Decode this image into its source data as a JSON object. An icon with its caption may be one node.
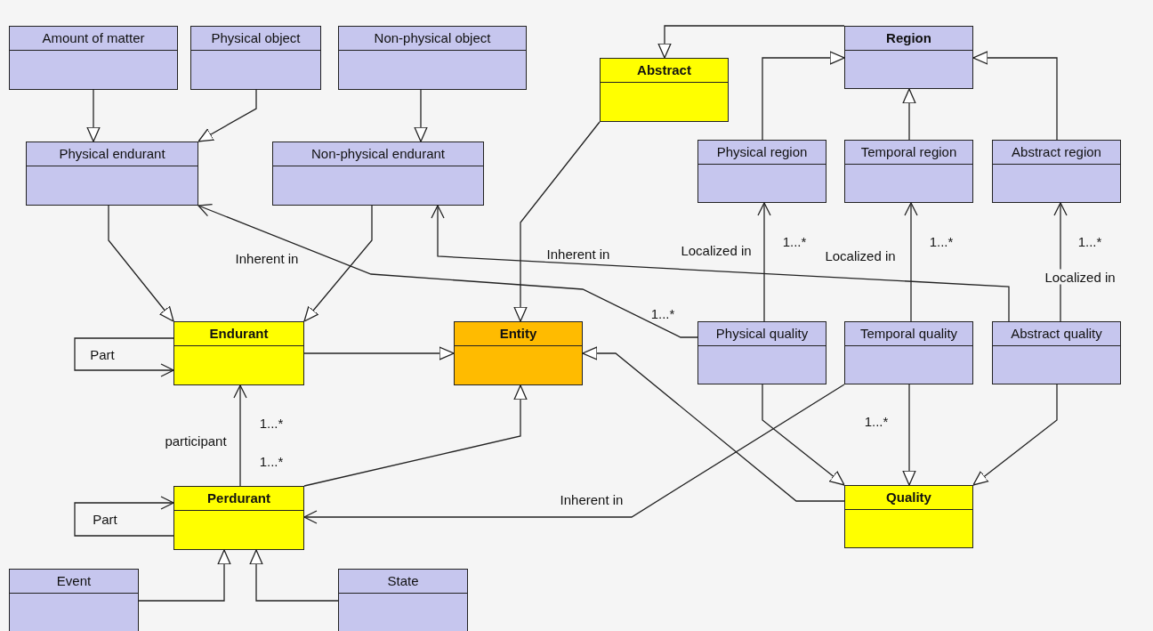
{
  "diagram": {
    "nodes": [
      {
        "text": [
          "Amount of matter"
        ]
      },
      {
        "text": [
          "Physical object"
        ]
      },
      {
        "text": [
          "Non-physical object"
        ]
      },
      {
        "text": [
          "Abstract"
        ]
      },
      {
        "text": [
          "Region"
        ]
      },
      {
        "text": [
          "Physical endurant"
        ]
      },
      {
        "text": [
          "Non-physical endurant"
        ]
      },
      {
        "text": [
          "Physical region"
        ]
      },
      {
        "text": [
          "Temporal region"
        ]
      },
      {
        "text": [
          "Abstract region"
        ]
      },
      {
        "text": [
          "Endurant"
        ]
      },
      {
        "text": [
          "Entity"
        ]
      },
      {
        "text": [
          "Physical quality"
        ]
      },
      {
        "text": [
          "Temporal quality"
        ]
      },
      {
        "text": [
          "Abstract quality"
        ]
      },
      {
        "text": [
          "Perdurant"
        ]
      },
      {
        "text": [
          "Quality"
        ]
      },
      {
        "text": [
          "Event"
        ]
      },
      {
        "text": [
          "State"
        ]
      }
    ],
    "edges": [
      {
        "from": 0,
        "to": 5,
        "arrow": "to"
      },
      {
        "from": 1,
        "to": 5,
        "arrow": "to"
      },
      {
        "from": 2,
        "to": 6,
        "arrow": "to"
      },
      {
        "from": 4,
        "to": 3,
        "arrow": "to"
      },
      {
        "from": 7,
        "to": 4,
        "arrow": "to"
      },
      {
        "from": 8,
        "to": 4,
        "arrow": "to"
      },
      {
        "from": 9,
        "to": 4,
        "arrow": "to"
      },
      {
        "from": 5,
        "to": 10,
        "arrow": "to"
      },
      {
        "from": 6,
        "to": 10,
        "arrow": "to"
      },
      {
        "from": 3,
        "to": 11,
        "arrow": "to"
      },
      {
        "from": 10,
        "to": 11,
        "arrow": "to"
      },
      {
        "from": 15,
        "to": 11,
        "arrow": "to"
      },
      {
        "from": 12,
        "to": 16,
        "arrow": "to"
      },
      {
        "from": 13,
        "to": 16,
        "arrow": "to"
      },
      {
        "from": 14,
        "to": 16,
        "arrow": "to"
      },
      {
        "from": 16,
        "to": 11,
        "arrow": "to"
      },
      {
        "from": 17,
        "to": 15,
        "arrow": "to"
      },
      {
        "from": 18,
        "to": 15,
        "arrow": "to"
      },
      {
        "from": 10,
        "to": 10,
        "arrow": "to",
        "label": "Part"
      },
      {
        "from": 15,
        "to": 15,
        "arrow": "to",
        "label": "Part"
      },
      {
        "from": 15,
        "to": 10,
        "arrow": "to",
        "label": "participant"
      },
      {
        "from": 12,
        "to": 5,
        "arrow": "to",
        "label": "Inherent in"
      },
      {
        "from": 14,
        "to": 6,
        "arrow": "to",
        "label": "Inherent in"
      },
      {
        "from": 13,
        "to": 15,
        "arrow": "to",
        "label": "Inherent in"
      },
      {
        "from": 12,
        "to": 7,
        "arrow": "to",
        "label": "Localized in"
      },
      {
        "from": 13,
        "to": 8,
        "arrow": "to",
        "label": "Localized in"
      },
      {
        "from": 14,
        "to": 9,
        "arrow": "to",
        "label": "Localized in"
      }
    ],
    "labels": [
      "1...*",
      "1...*",
      "1...*",
      "1...*",
      "1...*",
      "1...*",
      "1...*"
    ]
  }
}
